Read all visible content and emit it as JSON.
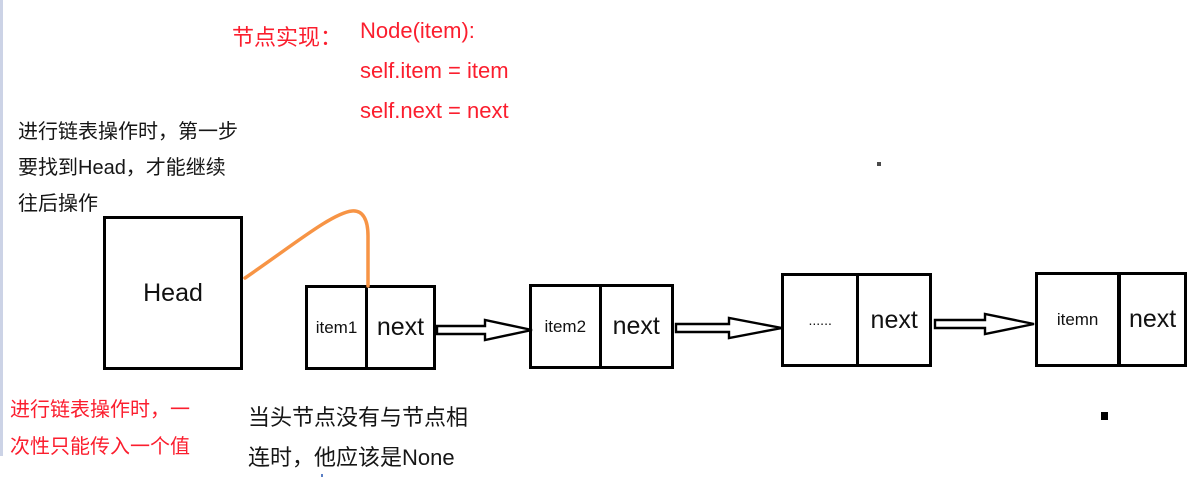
{
  "colors": {
    "red_text": "#fb1e2e",
    "orange_pointer": "#f79445",
    "box_border": "#000000",
    "edge_strip": "#ccd3e6"
  },
  "code_note": {
    "label": "节点实现：",
    "lines": [
      "Node(item):",
      "self.item = item",
      "self.next = next"
    ]
  },
  "top_left_note": {
    "lines": [
      "进行链表操作时，第一步",
      "要找到Head，才能继续",
      "往后操作"
    ]
  },
  "bottom_left_note": {
    "lines": [
      "进行链表操作时，一",
      "次性只能传入一个值"
    ]
  },
  "bottom_center_note": {
    "lines": [
      "当头节点没有与节点相",
      "连时，他应该是None"
    ]
  },
  "head_box": {
    "label": "Head"
  },
  "nodes": [
    {
      "item": "item1",
      "next": "next"
    },
    {
      "item": "item2",
      "next": "next"
    },
    {
      "item": "......",
      "next": "next"
    },
    {
      "item": "itemn",
      "next": "next"
    }
  ]
}
